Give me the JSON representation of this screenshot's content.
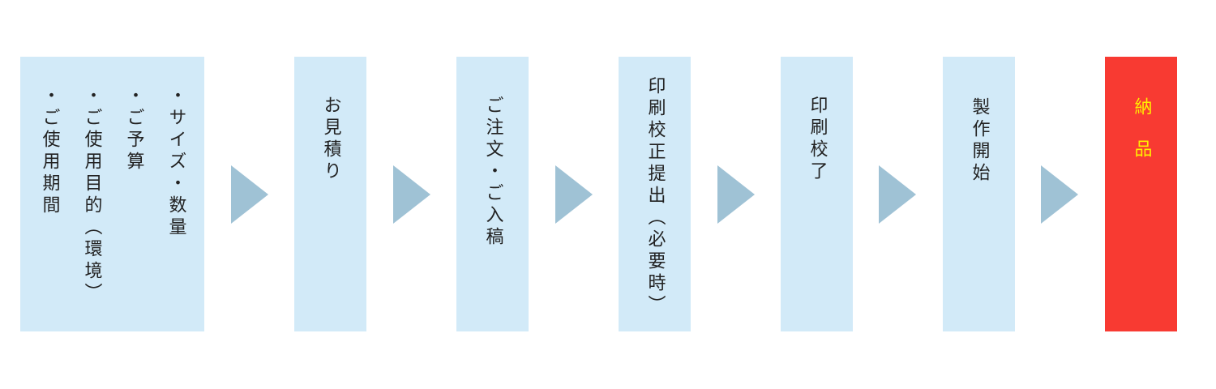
{
  "flow": {
    "steps": [
      {
        "lines": [
          "・サイズ・数量",
          "・ご予算",
          "・ご使用目的（環境）",
          "・ご使用期間"
        ]
      },
      {
        "label": "お見積り"
      },
      {
        "label": "ご注文・ご入稿"
      },
      {
        "label": "印刷校正提出（必要時）"
      },
      {
        "label": "印刷校了"
      },
      {
        "label": "製作開始"
      },
      {
        "label": "納品"
      }
    ]
  },
  "colors": {
    "step_bg": "#d2eaf8",
    "final_bg": "#f83a32",
    "final_text": "#ffee00",
    "arrow": "#9fc2d5"
  }
}
